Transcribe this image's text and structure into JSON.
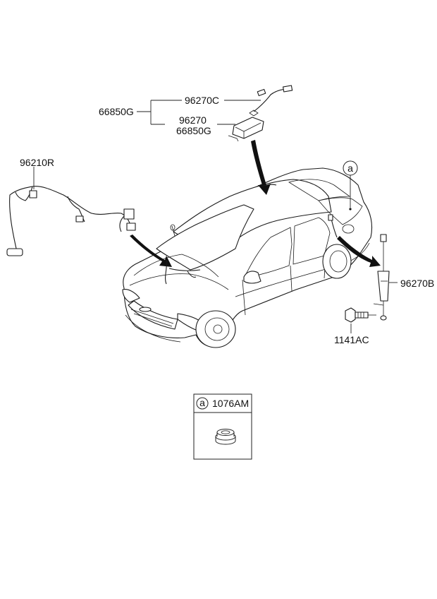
{
  "parts": {
    "module_group_code": "66850G",
    "feeder_cable": "96270C",
    "module": "96270",
    "module_code": "66850G",
    "roof_harness": "96210R",
    "rear_antenna": "96270B",
    "bolt": "1141AC",
    "ref_marker": "a"
  },
  "legend_box": {
    "marker": "a",
    "part": "1076AM"
  }
}
